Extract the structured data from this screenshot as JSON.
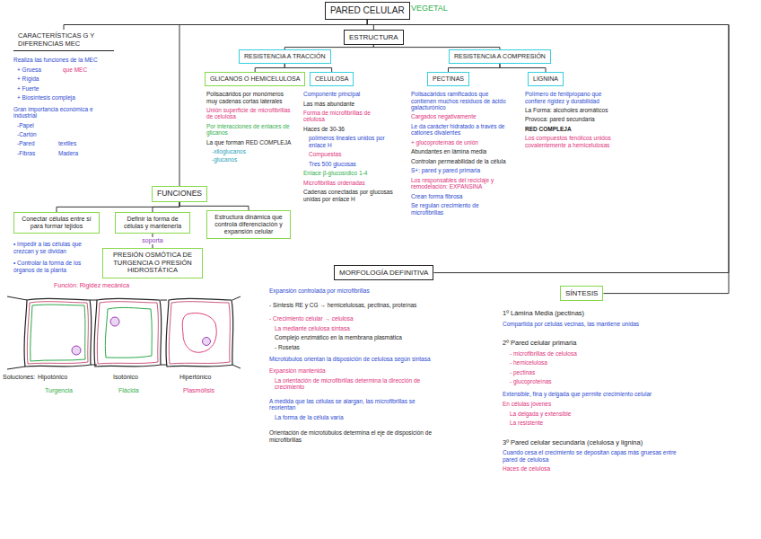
{
  "diagram": {
    "nodes": [
      {
        "text": [
          "PARED CELULAR"
        ]
      },
      {
        "text": [
          "CARACTERÍSTICAS G Y DIFERENCIAS MEC"
        ]
      },
      {
        "text": [
          "ESTRUCTURA"
        ]
      },
      {
        "text": [
          "RESISTENCIA A TRACCIÓN"
        ]
      },
      {
        "text": [
          "GLICANOS O HEMICELULOSA"
        ]
      },
      {
        "text": [
          "CELULOSA"
        ]
      },
      {
        "text": [
          "RESISTENCIA A COMPRESIÓN"
        ]
      },
      {
        "text": [
          "PECTINAS"
        ]
      },
      {
        "text": [
          "LIGNINA"
        ]
      },
      {
        "text": [
          "FUNCIONES"
        ]
      },
      {
        "text": [
          "Conectar células entre sí para formar tejidos"
        ]
      },
      {
        "text": [
          "Definir la forma de células y mantenerla"
        ]
      },
      {
        "text": [
          "Estructura dinámica que controla diferenciación y expansión celular"
        ]
      },
      {
        "text": [
          "PRESIÓN OSMÓTICA DE TURGENCIA O PRESIÓN HIDROSTÁTICA"
        ]
      },
      {
        "text": [
          "MORFOLOGÍA DEFINITIVA"
        ]
      },
      {
        "text": [
          "SÍNTESIS"
        ]
      }
    ],
    "edges": [
      {
        "from": 0,
        "to": 1,
        "arrow": "none"
      },
      {
        "from": 0,
        "to": 2,
        "arrow": "none"
      },
      {
        "from": 0,
        "to": 9,
        "arrow": "none"
      },
      {
        "from": 0,
        "to": 14,
        "arrow": "none"
      },
      {
        "from": 0,
        "to": 15,
        "arrow": "none"
      },
      {
        "from": 2,
        "to": 3,
        "arrow": "none"
      },
      {
        "from": 2,
        "to": 6,
        "arrow": "none"
      },
      {
        "from": 3,
        "to": 4,
        "arrow": "none"
      },
      {
        "from": 3,
        "to": 5,
        "arrow": "none"
      },
      {
        "from": 6,
        "to": 7,
        "arrow": "none"
      },
      {
        "from": 6,
        "to": 8,
        "arrow": "none"
      },
      {
        "from": 9,
        "to": 10,
        "arrow": "none"
      },
      {
        "from": 9,
        "to": 11,
        "arrow": "none"
      },
      {
        "from": 9,
        "to": 12,
        "arrow": "none"
      },
      {
        "from": 11,
        "to": 13,
        "label": "soporta",
        "arrow": "none"
      }
    ],
    "labels": [
      "VEGETAL",
      "Realiza las funciones de la MEC",
      "+ Gruesa",
      "+ Rígida",
      "+ Fuerte",
      "+ Biosíntesis compleja",
      "que MEC",
      "Gran importancia económica e industrial",
      "-Papel",
      "-Cartón",
      "-Pared",
      "-Fibras",
      "textiles",
      "Madera",
      "Polisacáridos por monómeros muy cadenas cortas laterales",
      "Unión superficie de microfibrillas de celulosa",
      "Por interacciones de enlaces de glicanos",
      "La que forman RED COMPLEJA",
      "-xiloglucanos",
      "-glucanos",
      "Componente principal",
      "Las más abundante",
      "Forma de microfibrillas de celulosa",
      "Haces de 30-36",
      "polímeros lineales unidos por enlace H",
      "Compuestas",
      "Tres 500 glucosas",
      "Enlace β-glucosídico 1-4",
      "Microfibrillas ordenadas",
      "Cadenas conectadas por glucosas unidas por enlace H",
      "Polisacáridos ramificados que contienen muchos residuos de ácido galacturónico",
      "Cargados negativamente",
      "Le da carácter hidratado a través de cationes divalentes",
      "+ glucoproteínas de unión",
      "Abundantes en lámina media",
      "Controlan permeabilidad de la célula",
      "S+: pared y pared primaria",
      "Los responsables del reciclaje y remodelación: EXPANSINA",
      "Crean forma fibrosa",
      "Se regulan crecimiento de microfibrillas",
      "Polímero de fenilpropano que confiere rigidez y durabilidad",
      "La Forma: alcoholes aromáticos",
      "Provoca: pared secundaria",
      "RED COMPLEJA",
      "Los compuestos fenólicos unidos covalentemente a hemicelulosas",
      "• Impedir a las células que crezcan y se dividan",
      "• Controlar la forma de los órganos de la planta",
      "Función: Rigidez mecánica",
      "Soluciones:",
      "Hipotónico",
      "Isotónico",
      "Hipertónico",
      "Turgencia",
      "Flácida",
      "Plasmólisis",
      "Expansión controlada por microfibrillas",
      "- Síntesis RE y CG → hemicelulosas, pectinas, proteínas",
      "- Crecimiento celular → celulosa",
      "La mediante celulosa sintasa",
      "Complejo enzimático en la membrana plasmática",
      "- Rosetas",
      "Microtúbulos orientan la disposición de celulosa según sintasa",
      "Expansión mantenida",
      "La orientación de microfibrillas determina la dirección de crecimiento",
      "A medida que las células se alargan, las microfibrillas se reorientan",
      "La forma de la célula varía",
      "Orientación de microtúbulos determina el eje de disposición de microfibrillas",
      "1º Lámina Media (pectinas)",
      "Compartida por células vecinas, las mantiene unidas",
      "2º Pared celular primaria",
      "- microfibrillas de celulosa",
      "- hemicelulosa",
      "- pectinas",
      "- glucoproteínas",
      "Extensible, fina y delgada que permite crecimiento celular",
      "En células jóvenes",
      "La delgada y extensible",
      "La resistente",
      "3º Pared celular secundaria (celulosa y lignina)",
      "Cuando cesa el crecimiento se depositan capas más gruesas entre pared de celulosa",
      "Haces de celulosa"
    ]
  }
}
